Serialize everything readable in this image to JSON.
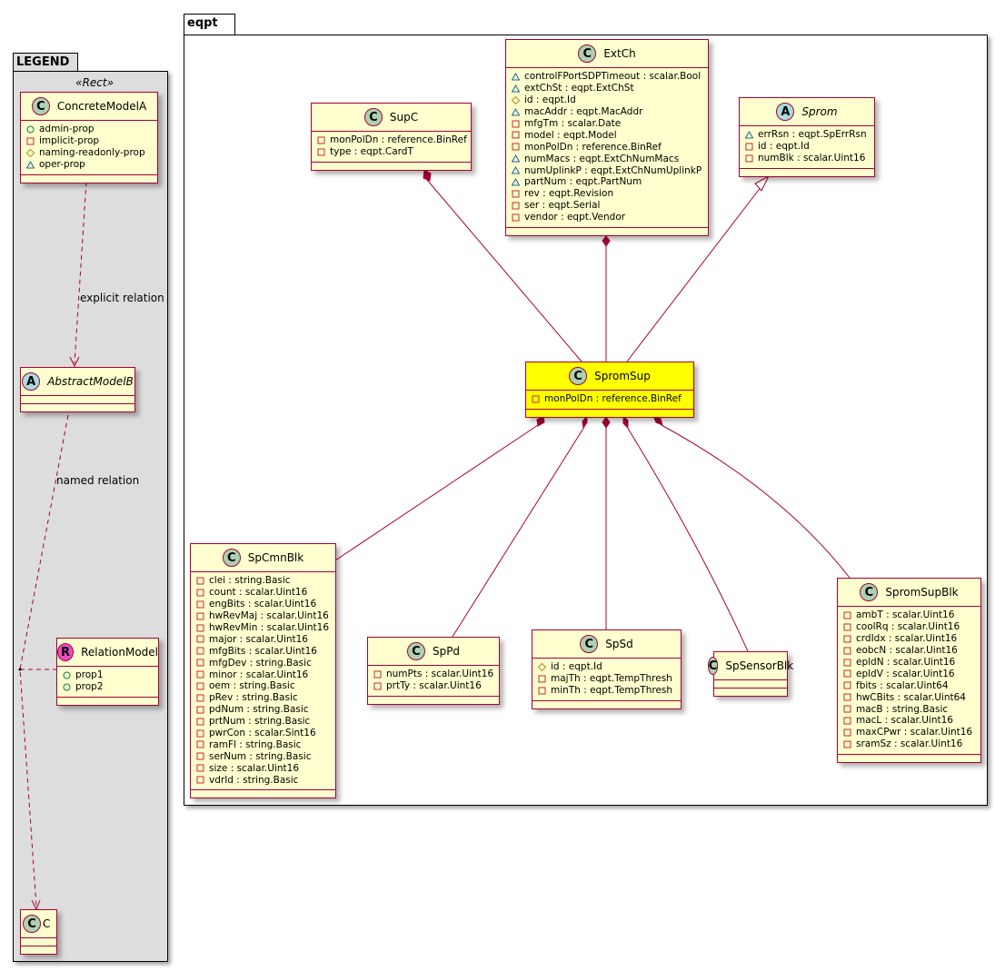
{
  "packages": {
    "legend": {
      "title": "LEGEND",
      "stereotype": "«Rect»"
    },
    "eqpt": {
      "title": "eqpt"
    }
  },
  "relation_labels": {
    "explicit": "explicit relation",
    "named": "named relation"
  },
  "colors": {
    "border": "#A80036",
    "class_bg": "#FEFECE",
    "highlight_bg": "#FFFF00",
    "class_icon": "#ADD1B2",
    "abstract_icon": "#A9DCDF",
    "relation_icon": "#EB4CC2",
    "package_bg": "#DDDDDD"
  },
  "classes": {
    "ConcreteModelA": {
      "name": "ConcreteModelA",
      "kind": "C",
      "attrs": [
        {
          "vis": "public",
          "text": "admin-prop"
        },
        {
          "vis": "private",
          "text": "implicit-prop"
        },
        {
          "vis": "protected",
          "text": "naming-readonly-prop"
        },
        {
          "vis": "package",
          "text": "oper-prop"
        }
      ]
    },
    "AbstractModelB": {
      "name": "AbstractModelB",
      "kind": "A",
      "attrs": []
    },
    "RelationModel": {
      "name": "RelationModel",
      "kind": "R",
      "attrs": [
        {
          "vis": "public",
          "text": "prop1"
        },
        {
          "vis": "public",
          "text": "prop2"
        }
      ]
    },
    "C": {
      "name": "C",
      "kind": "C",
      "attrs": []
    },
    "SupC": {
      "name": "SupC",
      "kind": "C",
      "attrs": [
        {
          "vis": "private",
          "text": "monPolDn : reference.BinRef"
        },
        {
          "vis": "private",
          "text": "type : eqpt.CardT"
        }
      ]
    },
    "ExtCh": {
      "name": "ExtCh",
      "kind": "C",
      "attrs": [
        {
          "vis": "package",
          "text": "controlFPortSDPTimeout : scalar.Bool"
        },
        {
          "vis": "package",
          "text": "extChSt : eqpt.ExtChSt"
        },
        {
          "vis": "protected",
          "text": "id : eqpt.Id"
        },
        {
          "vis": "package",
          "text": "macAddr : eqpt.MacAddr"
        },
        {
          "vis": "private",
          "text": "mfgTm : scalar.Date"
        },
        {
          "vis": "private",
          "text": "model : eqpt.Model"
        },
        {
          "vis": "private",
          "text": "monPolDn : reference.BinRef"
        },
        {
          "vis": "package",
          "text": "numMacs : eqpt.ExtChNumMacs"
        },
        {
          "vis": "package",
          "text": "numUplinkP : eqpt.ExtChNumUplinkP"
        },
        {
          "vis": "package",
          "text": "partNum : eqpt.PartNum"
        },
        {
          "vis": "private",
          "text": "rev : eqpt.Revision"
        },
        {
          "vis": "private",
          "text": "ser : eqpt.Serial"
        },
        {
          "vis": "private",
          "text": "vendor : eqpt.Vendor"
        }
      ]
    },
    "Sprom": {
      "name": "Sprom",
      "kind": "A",
      "attrs": [
        {
          "vis": "package",
          "text": "errRsn : eqpt.SpErrRsn"
        },
        {
          "vis": "private",
          "text": "id : eqpt.Id"
        },
        {
          "vis": "private",
          "text": "numBlk : scalar.Uint16"
        }
      ]
    },
    "SpromSup": {
      "name": "SpromSup",
      "kind": "C",
      "highlight": true,
      "attrs": [
        {
          "vis": "private",
          "text": "monPolDn : reference.BinRef"
        }
      ]
    },
    "SpCmnBlk": {
      "name": "SpCmnBlk",
      "kind": "C",
      "attrs": [
        {
          "vis": "private",
          "text": "clei : string.Basic"
        },
        {
          "vis": "private",
          "text": "count : scalar.Uint16"
        },
        {
          "vis": "private",
          "text": "engBits : scalar.Uint16"
        },
        {
          "vis": "private",
          "text": "hwRevMaj : scalar.Uint16"
        },
        {
          "vis": "private",
          "text": "hwRevMin : scalar.Uint16"
        },
        {
          "vis": "private",
          "text": "major : scalar.Uint16"
        },
        {
          "vis": "private",
          "text": "mfgBits : scalar.Uint16"
        },
        {
          "vis": "private",
          "text": "mfgDev : string.Basic"
        },
        {
          "vis": "private",
          "text": "minor : scalar.Uint16"
        },
        {
          "vis": "private",
          "text": "oem : string.Basic"
        },
        {
          "vis": "private",
          "text": "pRev : string.Basic"
        },
        {
          "vis": "private",
          "text": "pdNum : string.Basic"
        },
        {
          "vis": "private",
          "text": "prtNum : string.Basic"
        },
        {
          "vis": "private",
          "text": "pwrCon : scalar.Sint16"
        },
        {
          "vis": "private",
          "text": "ramFl : string.Basic"
        },
        {
          "vis": "private",
          "text": "serNum : string.Basic"
        },
        {
          "vis": "private",
          "text": "size : scalar.Uint16"
        },
        {
          "vis": "private",
          "text": "vdrId : string.Basic"
        }
      ]
    },
    "SpPd": {
      "name": "SpPd",
      "kind": "C",
      "attrs": [
        {
          "vis": "private",
          "text": "numPts : scalar.Uint16"
        },
        {
          "vis": "private",
          "text": "prtTy : scalar.Uint16"
        }
      ]
    },
    "SpSd": {
      "name": "SpSd",
      "kind": "C",
      "attrs": [
        {
          "vis": "protected",
          "text": "id : eqpt.Id"
        },
        {
          "vis": "private",
          "text": "majTh : eqpt.TempThresh"
        },
        {
          "vis": "private",
          "text": "minTh : eqpt.TempThresh"
        }
      ]
    },
    "SpSensorBlk": {
      "name": "SpSensorBlk",
      "kind": "C",
      "attrs": []
    },
    "SpromSupBlk": {
      "name": "SpromSupBlk",
      "kind": "C",
      "attrs": [
        {
          "vis": "private",
          "text": "ambT : scalar.Uint16"
        },
        {
          "vis": "private",
          "text": "coolRq : scalar.Uint16"
        },
        {
          "vis": "private",
          "text": "crdIdx : scalar.Uint16"
        },
        {
          "vis": "private",
          "text": "eobcN : scalar.Uint16"
        },
        {
          "vis": "private",
          "text": "epldN : scalar.Uint16"
        },
        {
          "vis": "private",
          "text": "epldV : scalar.Uint16"
        },
        {
          "vis": "private",
          "text": "fbits : scalar.Uint64"
        },
        {
          "vis": "private",
          "text": "hwCBits : scalar.Uint64"
        },
        {
          "vis": "private",
          "text": "macB : string.Basic"
        },
        {
          "vis": "private",
          "text": "macL : scalar.Uint16"
        },
        {
          "vis": "private",
          "text": "maxCPwr : scalar.Uint16"
        },
        {
          "vis": "private",
          "text": "sramSz : scalar.Uint16"
        }
      ]
    }
  }
}
